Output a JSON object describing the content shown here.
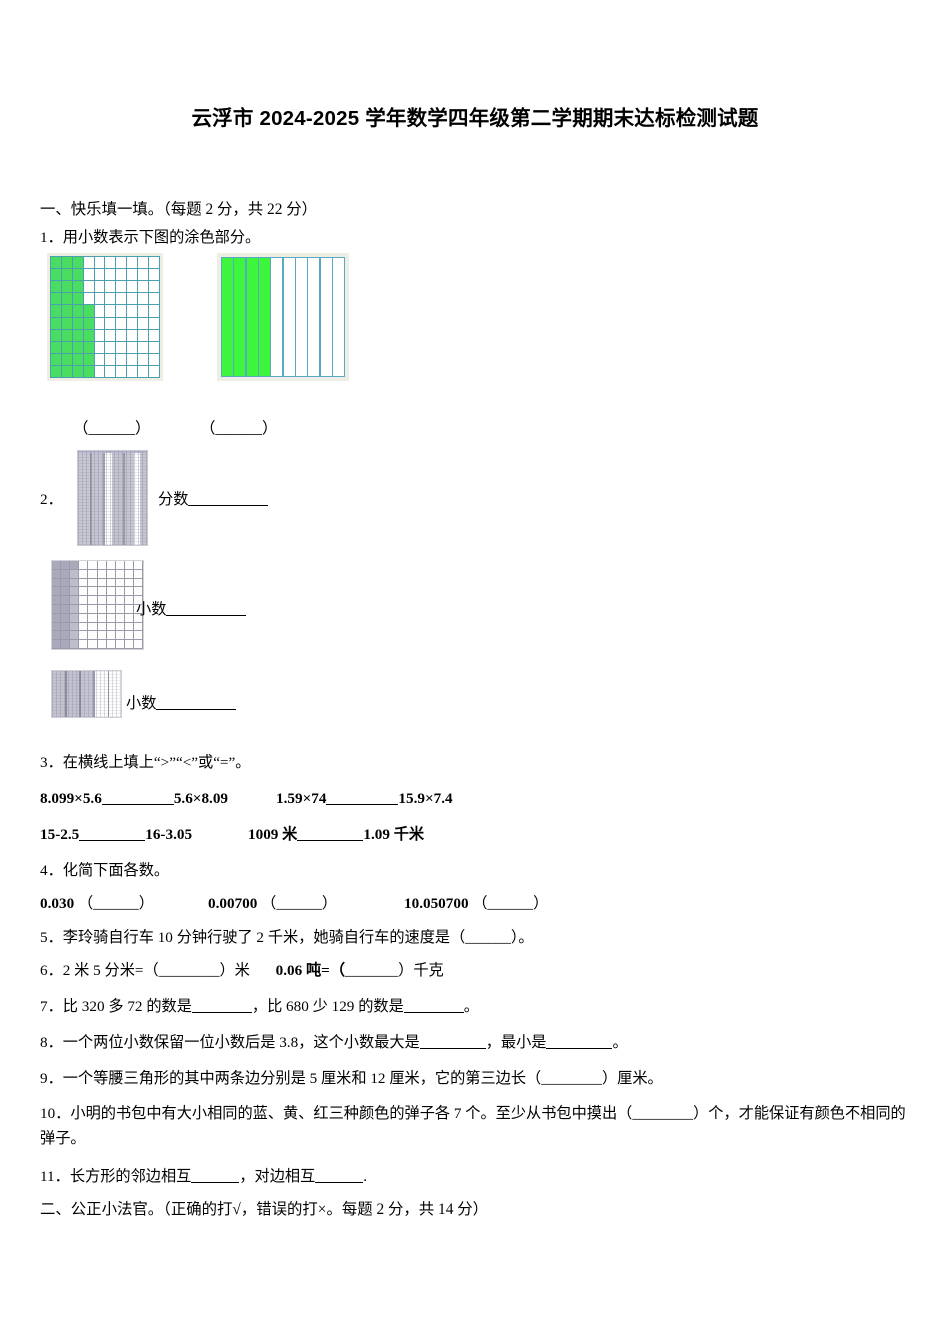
{
  "document": {
    "title": "云浮市 2024-2025 学年数学四年级第二学期期末达标检测试题"
  },
  "section_one": {
    "heading": "一、快乐填一填。（每题 2 分，共 22 分）",
    "q1": {
      "number": "1．",
      "text": "用小数表示下图的涂色部分。",
      "answer_left": "（______）",
      "answer_right": "（______）",
      "figures": [
        {
          "name": "hundred-grid",
          "type": "grid",
          "columns": 10,
          "rows": 10,
          "shaded_per_row": [
            3,
            3,
            3,
            3,
            4,
            4,
            4,
            4,
            4,
            4
          ],
          "shade_color": "#4ade60",
          "line_color": "#4b9fb0"
        },
        {
          "name": "tenths-strip",
          "type": "strip",
          "columns": 10,
          "shaded_columns": 4,
          "shade_color": "#3df53d",
          "line_color": "#5aa8c4"
        }
      ]
    },
    "q2": {
      "number": "2．",
      "rows": [
        {
          "label": "分数",
          "blank": "________",
          "figure": "striped-square-scan"
        },
        {
          "label": "小数",
          "blank": "________",
          "figure": "hundred-grid-scan"
        },
        {
          "label": "小数",
          "blank": "________",
          "figure": "five-band-strip-scan"
        }
      ]
    },
    "q3": {
      "number": "3．",
      "text": "在横线上填上“>”“<”或“=”。",
      "pairs": [
        {
          "left": "8.099×5.6",
          "blank": "________",
          "right": "5.6×8.09"
        },
        {
          "left": "1.59×74",
          "blank": "________",
          "right": "15.9×7.4"
        },
        {
          "left": "15-2.5",
          "blank": "________",
          "right": "16-3.05"
        },
        {
          "left": "1009 米",
          "blank": "________",
          "right": "1.09 千米"
        }
      ]
    },
    "q4": {
      "number": "4．",
      "text": "化简下面各数。",
      "items": [
        {
          "value": "0.030",
          "blank": "（______）"
        },
        {
          "value": "0.00700",
          "blank": "（______）"
        },
        {
          "value": "10.050700",
          "blank": "（______）"
        }
      ]
    },
    "q5": {
      "number": "5．",
      "text_before": "李玲骑自行车 10 分钟行驶了 2 千米，她骑自行车的速度是（",
      "blank": "______",
      "text_after": "）。"
    },
    "q6": {
      "number": "6．",
      "part_a_before": "2 米 5 分米=（",
      "part_a_blank": "________",
      "part_a_after": "）米",
      "part_b_before": "0.06 吨=（",
      "part_b_blank": "_______",
      "part_b_after": "）千克"
    },
    "q7": {
      "number": "7．",
      "t1": "比 320 多 72 的数是",
      "blank1": "________",
      "t2": "，比 680 少 129 的数是",
      "blank2": "________",
      "t3": "。"
    },
    "q8": {
      "number": "8．",
      "t1": "一个两位小数保留一位小数后是 3.8，这个小数最大是",
      "blank1": "________",
      "t2": "，最小是",
      "blank2": "________",
      "t3": "。"
    },
    "q9": {
      "number": "9．",
      "t1": "一个等腰三角形的其中两条边分别是 5 厘米和 12 厘米，它的第三边长（",
      "blank1": "________",
      "t2": "）厘米。"
    },
    "q10": {
      "number": "10．",
      "t1": "小明的书包中有大小相同的蓝、黄、红三种颜色的弹子各 7 个。至少从书包中摸出（",
      "blank1": "________",
      "t2": "）个，才能保证有颜色不相同的弹子。"
    },
    "q11": {
      "number": "11．",
      "t1": "长方形的邻边相互",
      "blank1": "______",
      "t2": "，对边相互",
      "blank2": "______",
      "t3": "."
    }
  },
  "section_two": {
    "heading": "二、公正小法官。（正确的打√，错误的打×。每题 2 分，共 14 分）"
  }
}
